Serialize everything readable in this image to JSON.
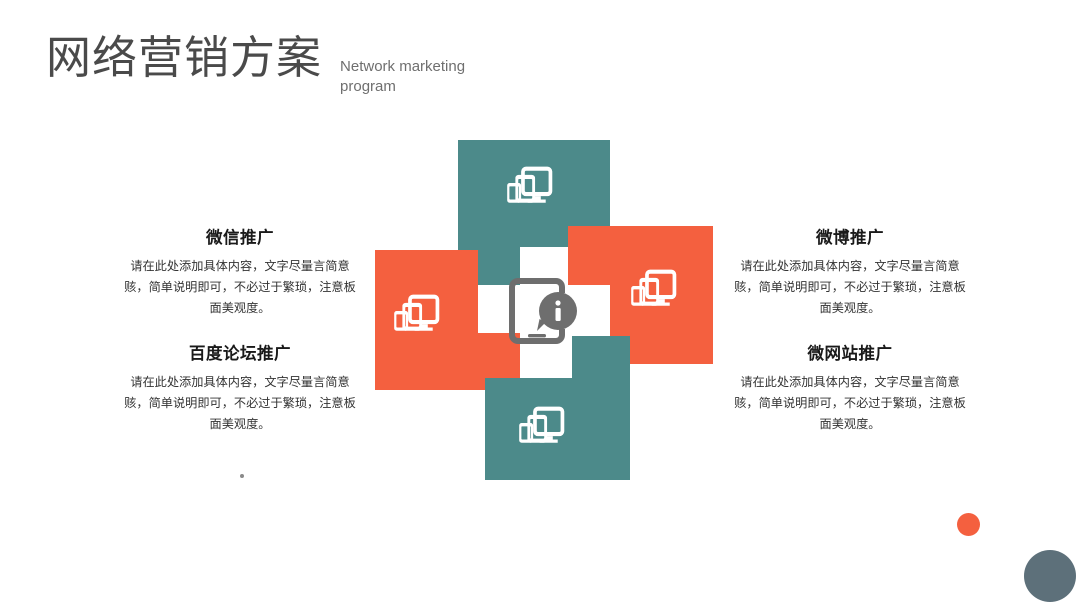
{
  "header": {
    "title": "网络营销方案",
    "subtitle": "Network marketing program"
  },
  "panels": [
    {
      "key": "wechat",
      "title": "微信推广",
      "body": "请在此处添加具体内容，文字尽量言简意赅，简单说明即可，不必过于繁琐，注意板面美观度。"
    },
    {
      "key": "baidu",
      "title": "百度论坛推广",
      "body": "请在此处添加具体内容，文字尽量言简意赅，简单说明即可，不必过于繁琐，注意板面美观度。"
    },
    {
      "key": "weibo",
      "title": "微博推广",
      "body": "请在此处添加具体内容，文字尽量言简意赅，简单说明即可，不必过于繁琐，注意板面美观度。"
    },
    {
      "key": "microsite",
      "title": "微网站推广",
      "body": "请在此处添加具体内容，文字尽量言简意赅，简单说明即可，不必过于繁琐，注意板面美观度。"
    }
  ],
  "diagram": {
    "tiles": [
      {
        "key": "top",
        "icon": "responsive-devices-icon",
        "color": "#4c8a8a"
      },
      {
        "key": "right",
        "icon": "responsive-devices-icon",
        "color": "#f4603f"
      },
      {
        "key": "bottom",
        "icon": "responsive-devices-icon",
        "color": "#4c8a8a"
      },
      {
        "key": "left",
        "icon": "responsive-devices-icon",
        "color": "#f4603f"
      }
    ],
    "center": {
      "icon": "phone-info-icon",
      "color": "#6e6e6e",
      "badge_letter": "i"
    }
  },
  "decorations": [
    {
      "key": "dot-orange",
      "shape": "circle",
      "color": "#f4603f"
    },
    {
      "key": "dot-slate",
      "shape": "circle",
      "color": "#5d707a"
    },
    {
      "key": "tiny-dot",
      "shape": "dot",
      "color": "#8a8a8a"
    }
  ],
  "colors": {
    "teal": "#4c8a8a",
    "orange": "#f4603f",
    "slate": "#5d707a",
    "center_gray": "#6e6e6e",
    "title_gray": "#4a4a4a",
    "background": "#ffffff"
  }
}
